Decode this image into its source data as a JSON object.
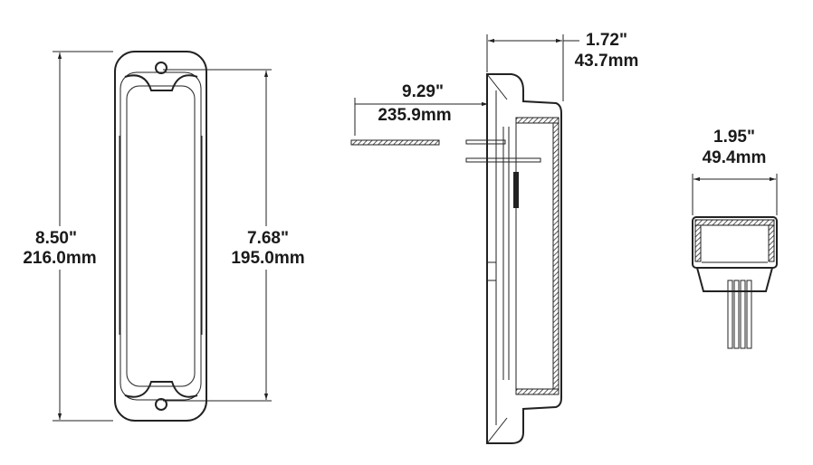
{
  "front_view": {
    "overall_length": {
      "inches": "8.50\"",
      "mm": "216.0mm"
    },
    "mounting_length": {
      "inches": "7.68\"",
      "mm": "195.0mm"
    }
  },
  "side_view": {
    "depth": {
      "inches": "1.72\"",
      "mm": "43.7mm"
    },
    "thickness": {
      "inches": "9.29\"",
      "mm": "235.9mm"
    }
  },
  "end_view": {
    "width": {
      "inches": "1.95\"",
      "mm": "49.4mm"
    }
  }
}
